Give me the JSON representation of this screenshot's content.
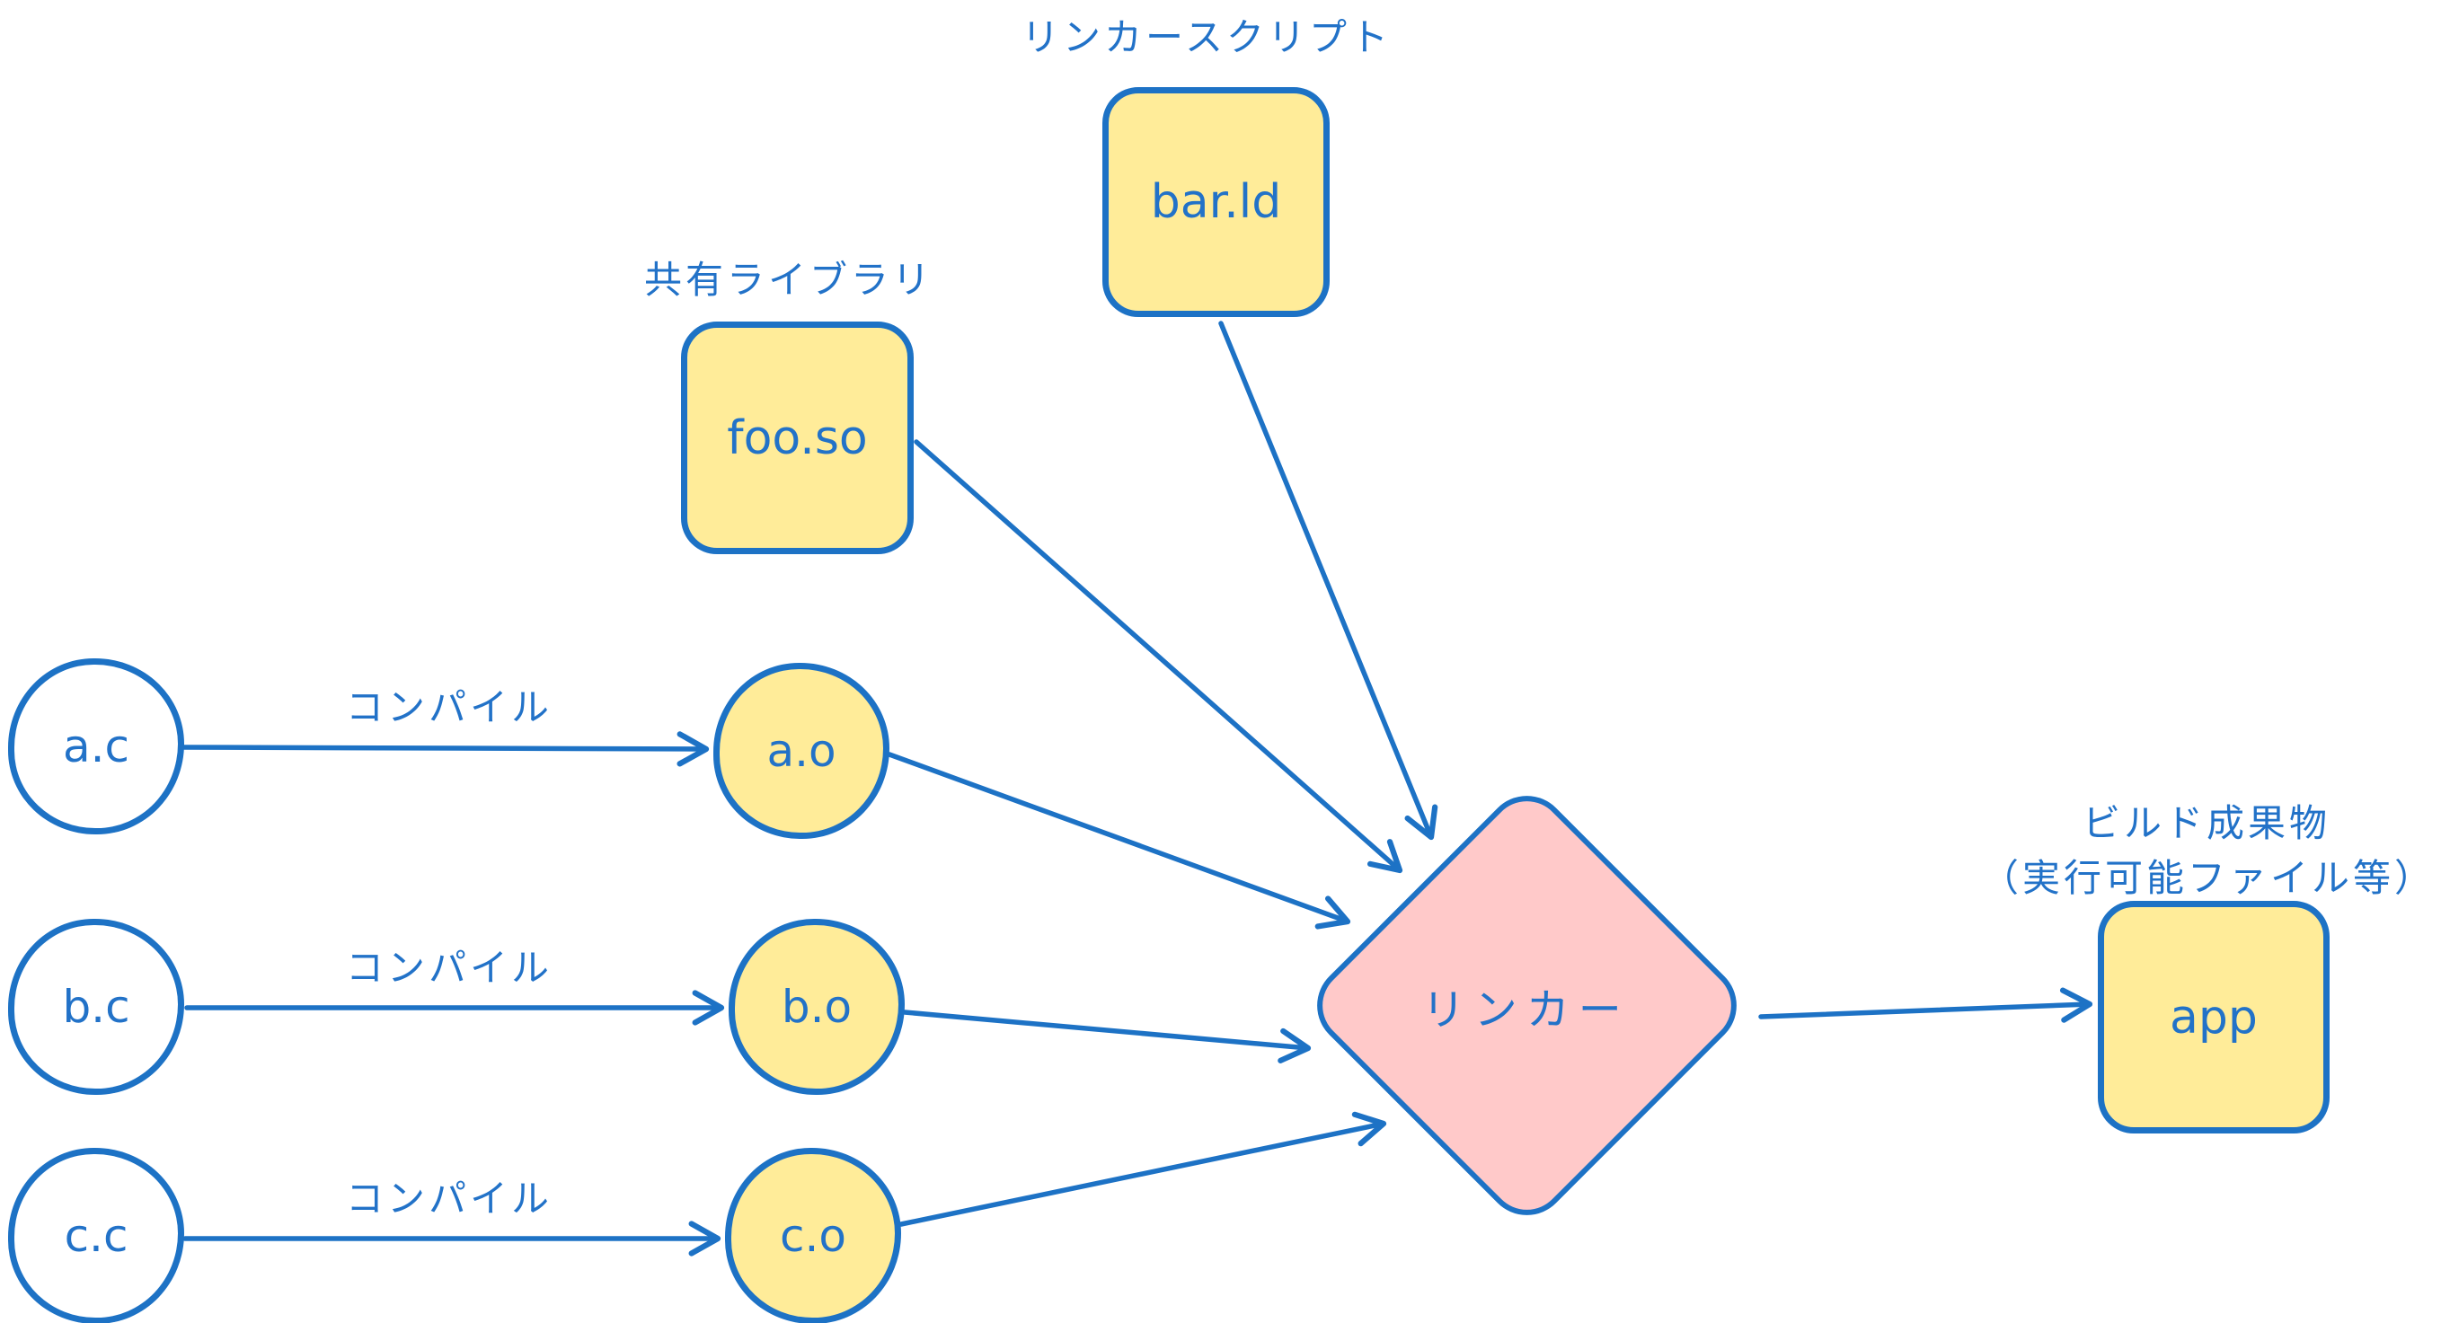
{
  "colors": {
    "stroke": "#1d72c5",
    "text": "#2272c8",
    "yellow": "#ffec99",
    "pink": "#ffc9c9",
    "bg": "#ffffff"
  },
  "labels": {
    "linker_script": "リンカースクリプト",
    "shared_library": "共有ライブラリ",
    "compile": "コンパイル",
    "build_artifact_line1": "ビルド成果物",
    "build_artifact_line2": "（実行可能ファイル等）"
  },
  "nodes": {
    "source_a": "a.c",
    "source_b": "b.c",
    "source_c": "c.c",
    "object_a": "a.o",
    "object_b": "b.o",
    "object_c": "c.o",
    "shared_library_file": "foo.so",
    "linker_script_file": "bar.ld",
    "linker": "リンカー",
    "app": "app"
  }
}
